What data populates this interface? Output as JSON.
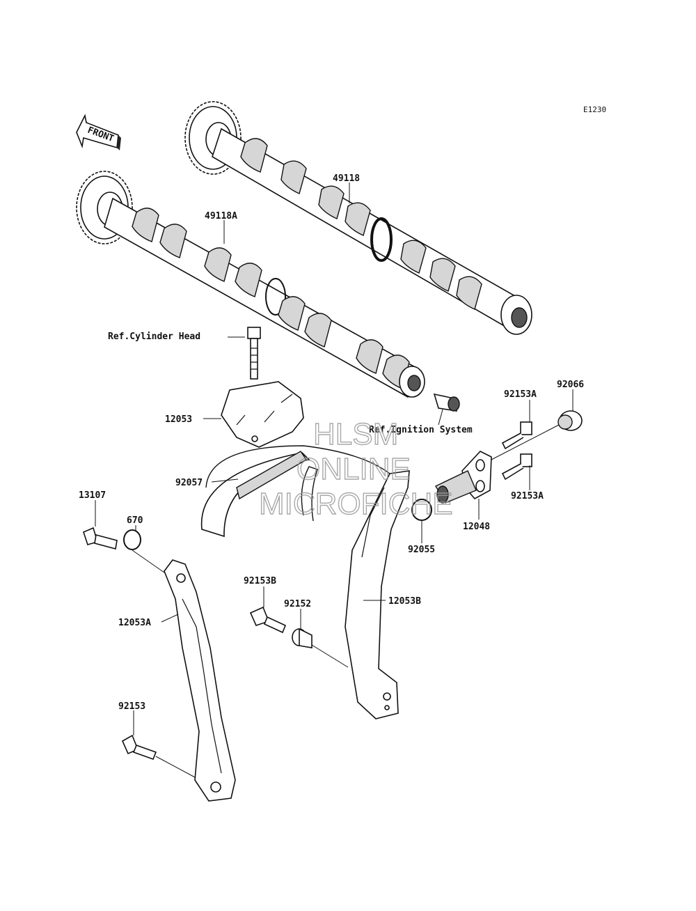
{
  "diagram_code": "E1230",
  "front_arrow_label": "FRONT",
  "labels": {
    "p49118": "49118",
    "p49118A": "49118A",
    "ref_cyl_head": "Ref.Cylinder Head",
    "p12053": "12053",
    "ref_ignition": "Ref.Ignition System",
    "p92153A_top": "92153A",
    "p92066": "92066",
    "p92057": "92057",
    "p92153A_bottom": "92153A",
    "p12048": "12048",
    "p13107": "13107",
    "p670": "670",
    "p92055": "92055",
    "p92153B": "92153B",
    "p92152": "92152",
    "p12053B": "12053B",
    "p12053A": "12053A",
    "p92153": "92153"
  },
  "watermark": {
    "line1": "HLSM",
    "line2": "ONLINE",
    "line3": "MICROFICHE"
  }
}
